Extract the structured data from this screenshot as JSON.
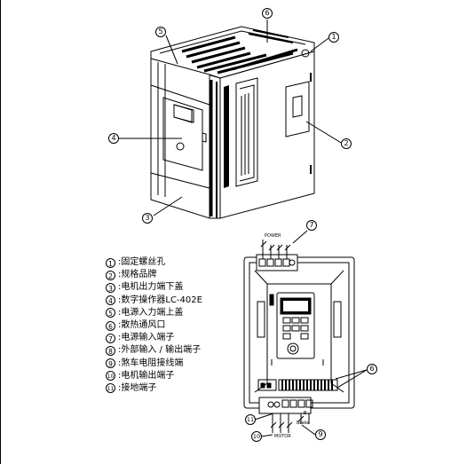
{
  "callouts": {
    "c1": "1",
    "c2": "2",
    "c3": "3",
    "c4": "4",
    "c5": "5",
    "c6_top": "6",
    "c6_bottom": "6",
    "c7": "7",
    "c9": "9",
    "c10": "10",
    "c11": "11"
  },
  "labels": {
    "power": "POWER",
    "motor": "MOTOR",
    "brake_b": "B",
    "brake_text": "Brake"
  },
  "legend": [
    {
      "num": "1",
      "text": ":固定螺丝孔"
    },
    {
      "num": "2",
      "text": ":规格品牌"
    },
    {
      "num": "3",
      "text": ":电机出力端下盖"
    },
    {
      "num": "4",
      "text": ":数字操作器LC-402E"
    },
    {
      "num": "5",
      "text": ":电源入力端上盖"
    },
    {
      "num": "6",
      "text": ":散热通风口"
    },
    {
      "num": "7",
      "text": ":电源输入端子"
    },
    {
      "num": "8",
      "text": ":外部输入 / 输出端子"
    },
    {
      "num": "9",
      "text": ":煞车电阻接线端"
    },
    {
      "num": "10",
      "text": ":电机输出端子"
    },
    {
      "num": "11",
      "text": ":接地端子"
    }
  ]
}
